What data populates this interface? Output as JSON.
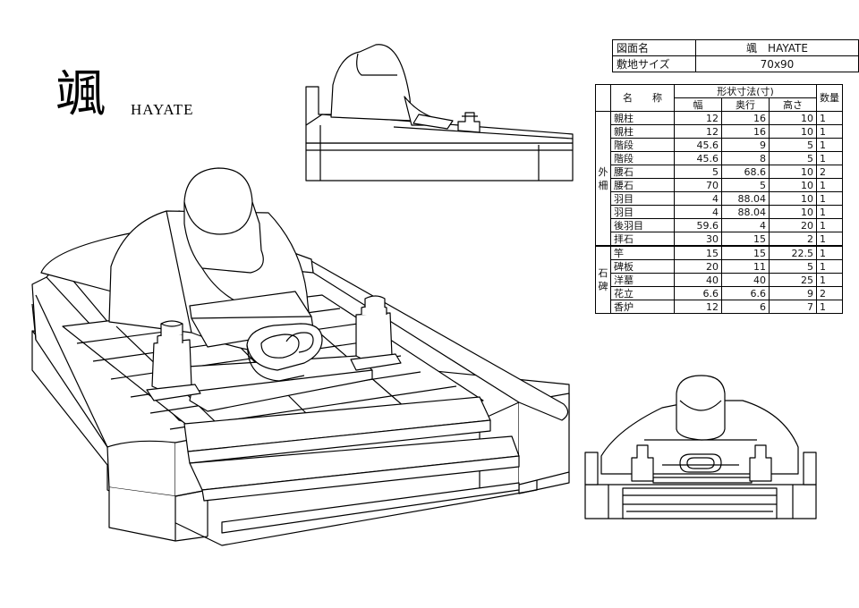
{
  "title": {
    "kanji": "颯",
    "roman": "HAYATE"
  },
  "header_table": {
    "rows": [
      {
        "label": "図面名",
        "value": "颯　HAYATE"
      },
      {
        "label": "敷地サイズ",
        "value": "70x90"
      }
    ]
  },
  "spec_table": {
    "dims_header": "形状寸法(寸)",
    "columns": {
      "name": "名　　称",
      "width": "幅",
      "depth": "奥行",
      "height": "高さ",
      "qty": "数量"
    },
    "groups": [
      {
        "label": "外柵",
        "rows": [
          {
            "name": "親柱",
            "width": "12",
            "depth": "16",
            "height": "10",
            "qty": "1"
          },
          {
            "name": "親柱",
            "width": "12",
            "depth": "16",
            "height": "10",
            "qty": "1"
          },
          {
            "name": "階段",
            "width": "45.6",
            "depth": "9",
            "height": "5",
            "qty": "1"
          },
          {
            "name": "階段",
            "width": "45.6",
            "depth": "8",
            "height": "5",
            "qty": "1"
          },
          {
            "name": "腰石",
            "width": "5",
            "depth": "68.6",
            "height": "10",
            "qty": "2"
          },
          {
            "name": "腰石",
            "width": "70",
            "depth": "5",
            "height": "10",
            "qty": "1"
          },
          {
            "name": "羽目",
            "width": "4",
            "depth": "88.04",
            "height": "10",
            "qty": "1"
          },
          {
            "name": "羽目",
            "width": "4",
            "depth": "88.04",
            "height": "10",
            "qty": "1"
          },
          {
            "name": "後羽目",
            "width": "59.6",
            "depth": "4",
            "height": "20",
            "qty": "1"
          },
          {
            "name": "拝石",
            "width": "30",
            "depth": "15",
            "height": "2",
            "qty": "1"
          }
        ]
      },
      {
        "label": "石碑",
        "rows": [
          {
            "name": "竿",
            "width": "15",
            "depth": "15",
            "height": "22.5",
            "qty": "1"
          },
          {
            "name": "碑板",
            "width": "20",
            "depth": "11",
            "height": "5",
            "qty": "1"
          },
          {
            "name": "洋墓",
            "width": "40",
            "depth": "40",
            "height": "25",
            "qty": "1"
          },
          {
            "name": "花立",
            "width": "6.6",
            "depth": "6.6",
            "height": "9",
            "qty": "2"
          },
          {
            "name": "香炉",
            "width": "12",
            "depth": "6",
            "height": "7",
            "qty": "1"
          }
        ]
      }
    ]
  },
  "colors": {
    "line": "#000000",
    "background": "#ffffff"
  }
}
